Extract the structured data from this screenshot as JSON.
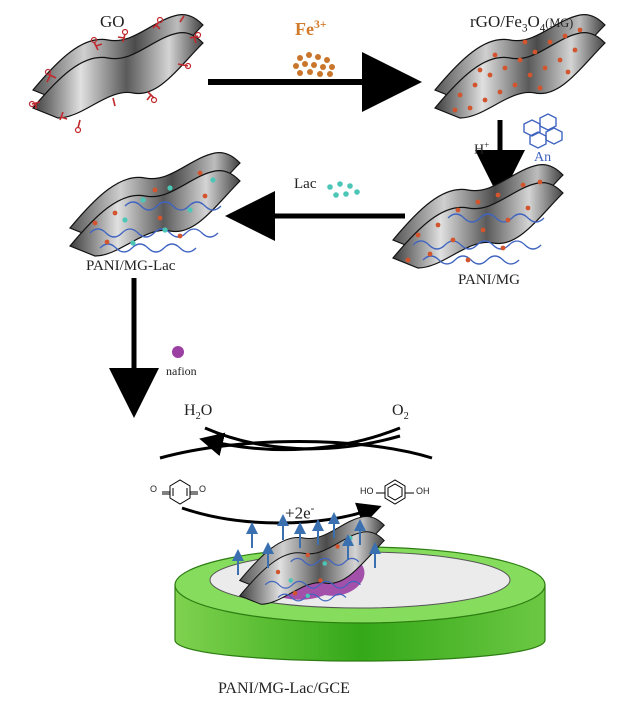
{
  "labels": {
    "go": "GO",
    "fe_main": "Fe",
    "fe_sup": "3+",
    "mg_a": "rGO/Fe",
    "mg_b": "3",
    "mg_c": "O",
    "mg_d": "4",
    "mg_e": "(MG)",
    "h_main": "H",
    "h_sup": "+",
    "an": "An",
    "lac": "Lac",
    "pani_mg_lac": "PANI/MG-Lac",
    "pani_mg": "PANI/MG",
    "nafion": "nafion",
    "h2o_a": "H",
    "h2o_b": "2",
    "h2o_c": "O",
    "o2_a": "O",
    "o2_b": "2",
    "electrons_a": "+2e",
    "electrons_b": "-",
    "ho_left": "HO",
    "oh_right": "OH",
    "o_left": "O",
    "o_right": "O",
    "electrode": "PANI/MG-Lac/GCE"
  },
  "colors": {
    "sheet_dark": "#4a4a4a",
    "sheet_light": "#d8d8d8",
    "iron_dot": "#d2552e",
    "fe_label": "#d07a2a",
    "fe_dot": "#c9752c",
    "aniline": "#3f64c0",
    "laccase": "#4cc7b7",
    "nafion": "#9b3fa3",
    "electrode_green": "#3dbb1f",
    "electrode_light": "#8be064",
    "arrow": "#000000"
  }
}
